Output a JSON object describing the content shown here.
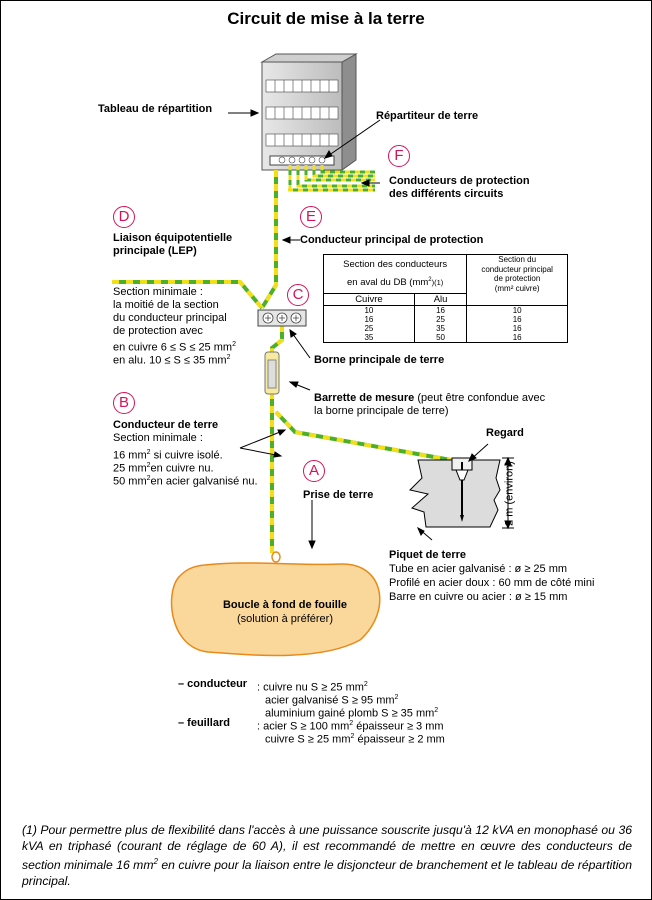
{
  "title": "Circuit de mise à la terre",
  "labels": {
    "tableau": "Tableau de répartition",
    "repartiteur": "Répartiteur de terre",
    "conducteurs_protection_1": "Conducteurs de protection",
    "conducteurs_protection_2": "des différents circuits",
    "conducteur_principal": "Conducteur principal de protection",
    "lep_1": "Liaison équipotentielle",
    "lep_2": "principale (LEP)",
    "section_min": "Section minimale :",
    "moitie_1": "la moitié de la section",
    "moitie_2": "du conducteur principal",
    "moitie_3": "de protection avec",
    "cuivre_range": "en cuivre  6 ≤ S ≤ 25 mm",
    "alu_range": "en alu.    10 ≤ S ≤ 35 mm",
    "sup2": "2",
    "borne": "Borne principale de terre",
    "barrette_bold": "Barrette de mesure",
    "barrette_rest": " (peut être confondue avec",
    "barrette_2": "la borne principale de terre)",
    "conducteur_terre": "Conducteur de terre",
    "ct_section": "Section minimale :",
    "ct_l1a": "16 mm",
    "ct_l1b": "  si cuivre isolé.",
    "ct_l2a": "25 mm",
    "ct_l2b": "en cuivre nu.",
    "ct_l3a": "50 mm",
    "ct_l3b": "en acier galvanisé nu.",
    "regard": "Regard",
    "prise": "Prise de terre",
    "distance": "2 m (environ)",
    "piquet": "Piquet de terre",
    "piquet_1": "Tube en acier galvanisé : ø ≥ 25 mm",
    "piquet_2": "Profilé en acier doux : 60 mm de côté mini",
    "piquet_3": "Barre en cuivre ou acier : ø ≥ 15 mm",
    "boucle_1": "Boucle à fond de fouille",
    "boucle_2": "(solution à préférer)"
  },
  "circles": {
    "A": "A",
    "B": "B",
    "C": "C",
    "D": "D",
    "E": "E",
    "F": "F"
  },
  "table": {
    "h1_l1": "Section des conducteurs",
    "h1_l2": "en aval du DB (mm",
    "h1_sup": "2",
    "h1_note": ")(1)",
    "h2": [
      "Section du",
      "conducteur principal",
      "de protection",
      "(mm² cuivre)"
    ],
    "col_cuivre": "Cuivre",
    "col_alu": "Alu",
    "rows": [
      [
        "10",
        "16",
        "10"
      ],
      [
        "16",
        "25",
        "16"
      ],
      [
        "25",
        "35",
        "16"
      ],
      [
        "35",
        "50",
        "16"
      ]
    ]
  },
  "specs": {
    "conducteur_label": "– conducteur",
    "c1": ": cuivre nu S ≥ 25 mm",
    "c2": "acier galvanisé S ≥ 95 mm",
    "c3": "aluminium gainé plomb S ≥ 35 mm",
    "feuillard_label": "– feuillard",
    "f1": ": acier S ≥ 100 mm",
    "f1b": " épaisseur ≥ 3 mm",
    "f2": "cuivre S ≥ 25 mm",
    "f2b": " épaisseur ≥ 2 mm",
    "sup2": "2"
  },
  "footnote": "(1) Pour permettre plus de flexibilité dans l'accès à une puissance souscrite jusqu'à 12 kVA en monophasé ou 36 kVA en triphasé (courant de réglage de 60 A), il est recommandé de mettre en œuvre des conducteurs de section minimale 16 mm",
  "footnote_sup": "2",
  "footnote_end": " en cuivre pour la liaison entre le disjoncteur de branchement et le tableau de répartition principal.",
  "colors": {
    "green": "#4caf2a",
    "yellow": "#f2df1a",
    "magenta": "#d4145a",
    "boucle": "#fad79a",
    "boucle_stroke": "#e88a1a",
    "ground": "#dcdcdc"
  }
}
